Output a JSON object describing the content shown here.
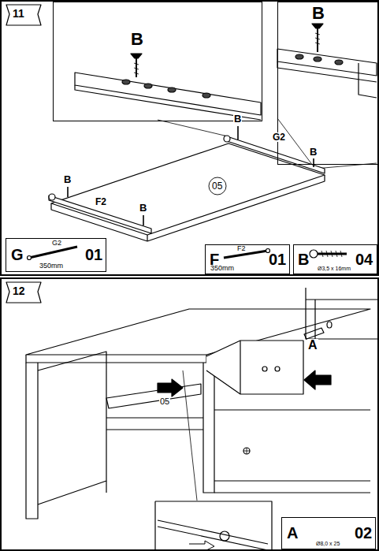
{
  "diagram": {
    "nodes": [
      {
        "text": [
          "11"
        ]
      },
      {
        "text": [
          "B"
        ],
        "in": 0
      },
      {
        "text": [
          "B"
        ],
        "in": 0
      },
      {
        "text": [
          "G",
          "G2",
          "01",
          "350mm"
        ],
        "in": 0
      },
      {
        "text": [
          "F",
          "F2",
          "350mm",
          "01"
        ],
        "in": 0
      },
      {
        "text": [
          "B",
          "04",
          "Ø3,5 x 16mm"
        ],
        "in": 0
      },
      {
        "text": [
          "12"
        ]
      },
      {
        "text": [
          "A",
          "02",
          "Ø8,0 x 25"
        ],
        "in": 6
      }
    ],
    "labels": [
      "B",
      "G2",
      "B",
      "B",
      "F2",
      "B",
      "05",
      "A",
      "05"
    ]
  }
}
